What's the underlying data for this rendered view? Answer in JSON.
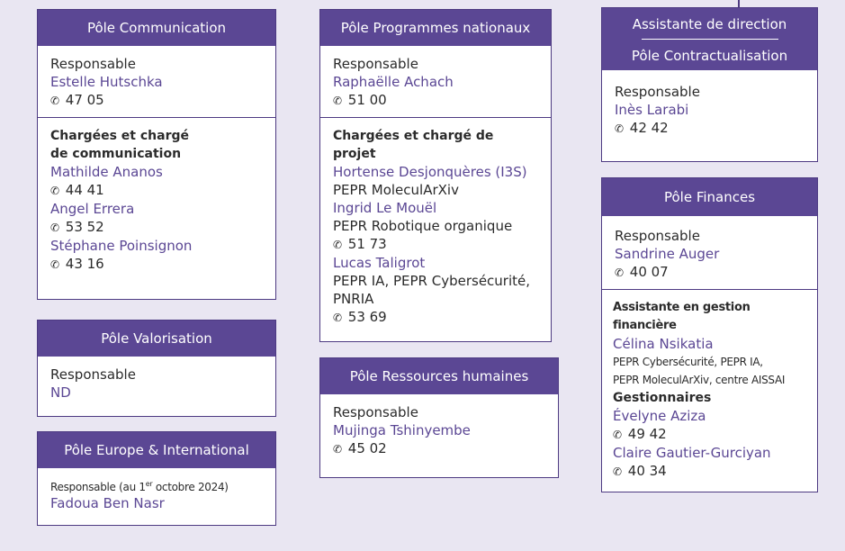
{
  "colors": {
    "header_bg": "#5b4794",
    "border": "#4d3a82",
    "name": "#5b4794",
    "page_bg": "#e9e6f2"
  },
  "icons": {
    "phone": "phone-icon"
  },
  "communication": {
    "title": "Pôle Communication",
    "resp_label": "Responsable",
    "resp_name": "Estelle Hutschka",
    "resp_phone": "47 05",
    "team_label_1": "Chargées et chargé",
    "team_label_2": "de communication",
    "members": [
      {
        "name": "Mathilde Ananos",
        "phone": "44 41"
      },
      {
        "name": "Angel Errera",
        "phone": "53 52"
      },
      {
        "name": "Stéphane Poinsignon",
        "phone": "43 16"
      }
    ]
  },
  "valorisation": {
    "title": "Pôle Valorisation",
    "resp_label": "Responsable",
    "resp_name": "ND"
  },
  "europe": {
    "title": "Pôle Europe & International",
    "resp_label_a": "Responsable (au 1",
    "resp_label_sup": "er",
    "resp_label_b": " octobre 2024)",
    "resp_name": "Fadoua Ben Nasr"
  },
  "programmes": {
    "title": "Pôle Programmes nationaux",
    "resp_label": "Responsable",
    "resp_name": "Raphaëlle Achach",
    "resp_phone": "51 00",
    "team_label": "Chargées et chargé de projet",
    "m1_name": "Hortense Desjonquères (I3S)",
    "m1_info": "PEPR MoleculArXiv",
    "m2_name": "Ingrid Le Mouël",
    "m2_info": "PEPR Robotique organique",
    "m2_phone": "51 73",
    "m3_name": "Lucas Taligrot",
    "m3_info_1": "PEPR IA, PEPR Cybersécurité,",
    "m3_info_2": "PNRIA",
    "m3_phone": "53 69"
  },
  "rh": {
    "title": "Pôle Ressources humaines",
    "resp_label": "Responsable",
    "resp_name": "Mujinga Tshinyembe",
    "resp_phone": "45 02"
  },
  "contract": {
    "title_top": "Assistante de direction",
    "title": "Pôle Contractualisation",
    "resp_label": "Responsable",
    "resp_name": "Inès Larabi",
    "resp_phone": "42 42"
  },
  "finances": {
    "title": "Pôle Finances",
    "resp_label": "Responsable",
    "resp_name": "Sandrine Auger",
    "resp_phone": "40 07",
    "assist_label": "Assistante en gestion financière",
    "assist_name": "Célina Nsikatia",
    "assist_info_1": "PEPR Cybersécurité, PEPR IA,",
    "assist_info_2": "PEPR MoleculArXiv, centre AISSAI",
    "gest_label": "Gestionnaires",
    "g1_name": "Évelyne Aziza",
    "g1_phone": "49 42",
    "g2_name": "Claire Gautier-Gurciyan",
    "g2_phone": "40 34"
  }
}
